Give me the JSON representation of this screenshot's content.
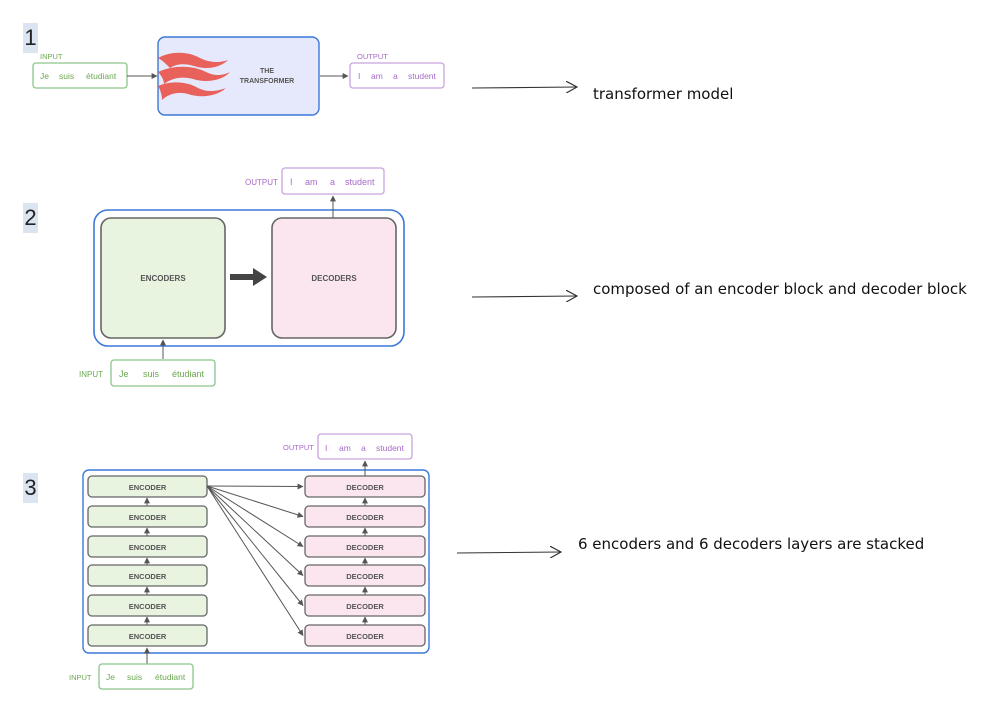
{
  "sections": [
    {
      "number": "1",
      "caption": "transformer model"
    },
    {
      "number": "2",
      "caption": "composed of an encoder block and decoder block"
    },
    {
      "number": "3",
      "caption": "6 encoders and 6 decoders layers are stacked"
    }
  ],
  "labels": {
    "input": "INPUT",
    "output": "OUTPUT",
    "transformer_line1": "THE",
    "transformer_line2": "TRANSFORMER",
    "encoders": "ENCODERS",
    "decoders": "DECODERS",
    "encoder": "ENCODER",
    "decoder": "DECODER"
  },
  "input_words": [
    "Je",
    "suis",
    "étudiant"
  ],
  "output_words": [
    "I",
    "am",
    "a",
    "student"
  ],
  "colors": {
    "input_green": "#8cc58a",
    "input_text": "#6aa84f",
    "output_purple": "#c9a3df",
    "output_text": "#a86bc9",
    "blue_border": "#3b78d8",
    "transformer_fill": "#e6e9fb",
    "encoder_fill": "#e8f3e0",
    "decoder_fill": "#fbe6ef",
    "box_border": "#666666",
    "flame": "#e8615b"
  }
}
